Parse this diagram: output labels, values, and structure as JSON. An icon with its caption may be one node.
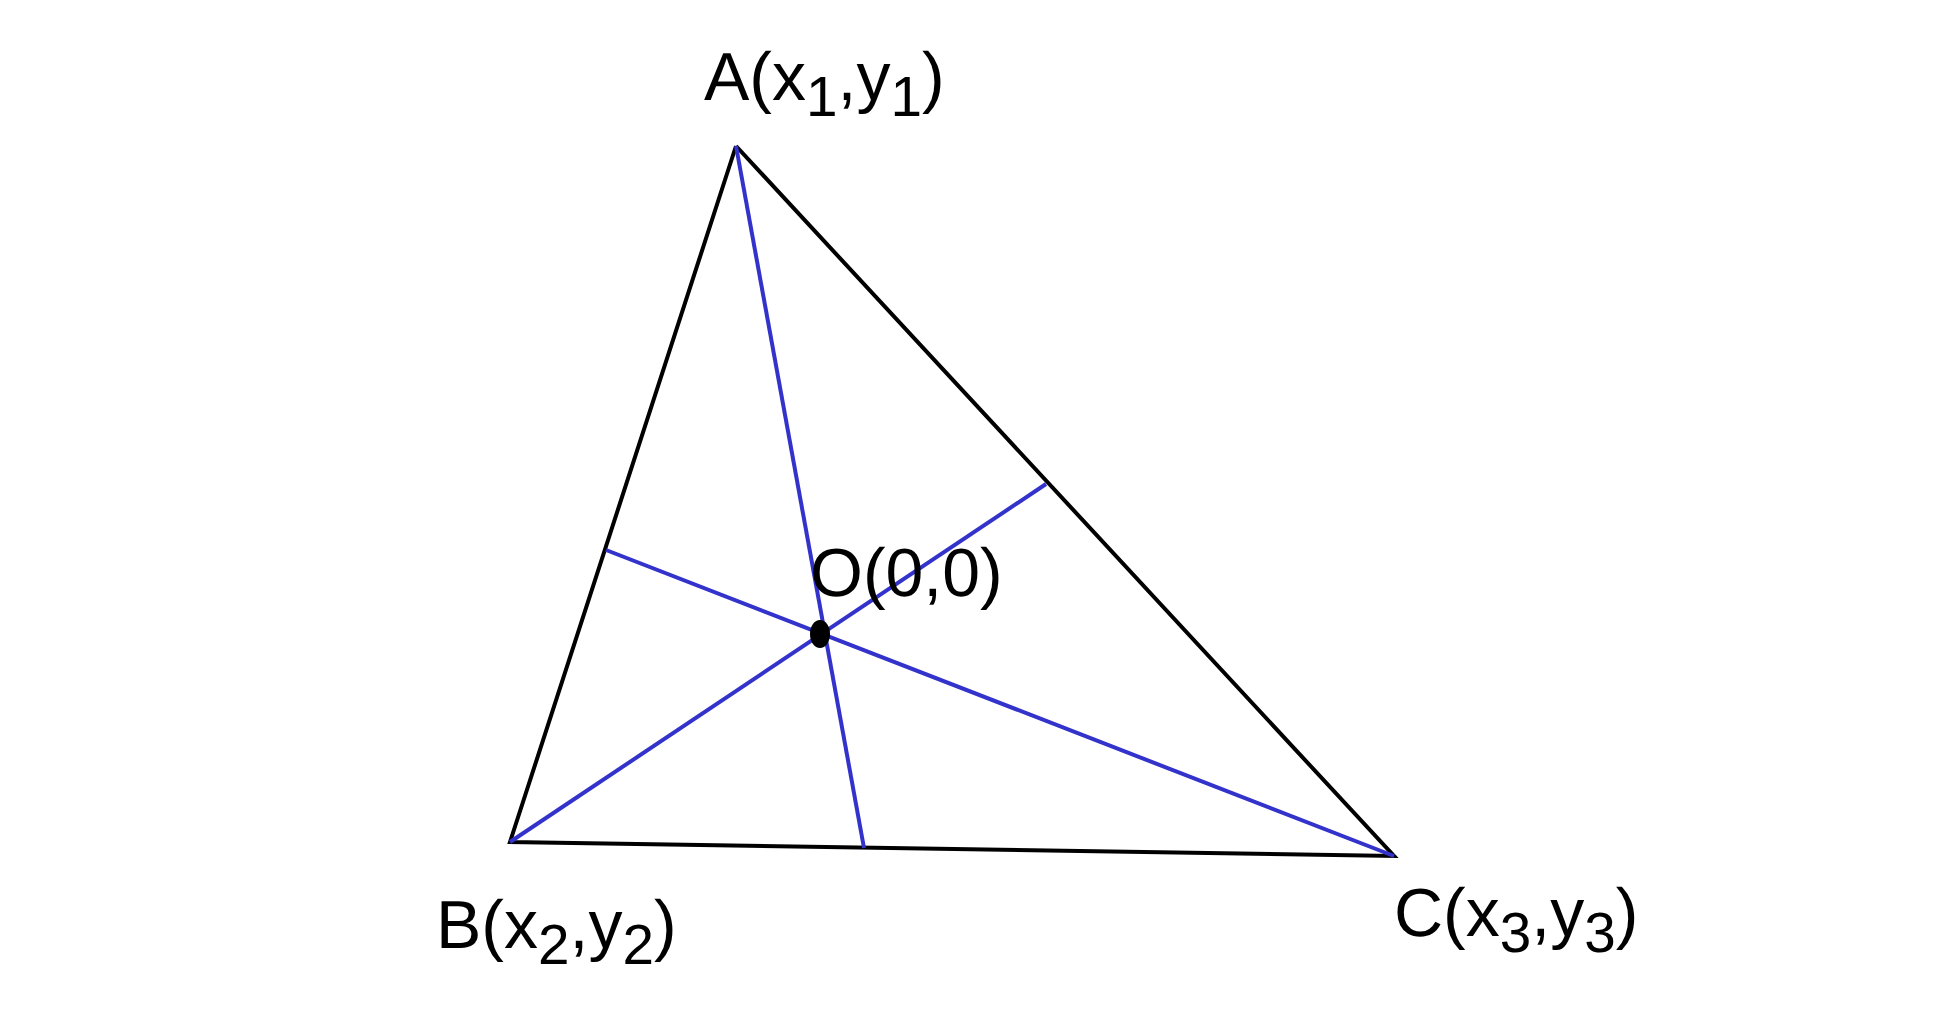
{
  "diagram": {
    "labels": [
      "A(x$_{1}$,y$_{1}$)",
      "O(0,0)",
      "B(x$_{2}$,y$_{2}$)",
      "C(x$_{3}$,y$_{3}$)"
    ]
  }
}
